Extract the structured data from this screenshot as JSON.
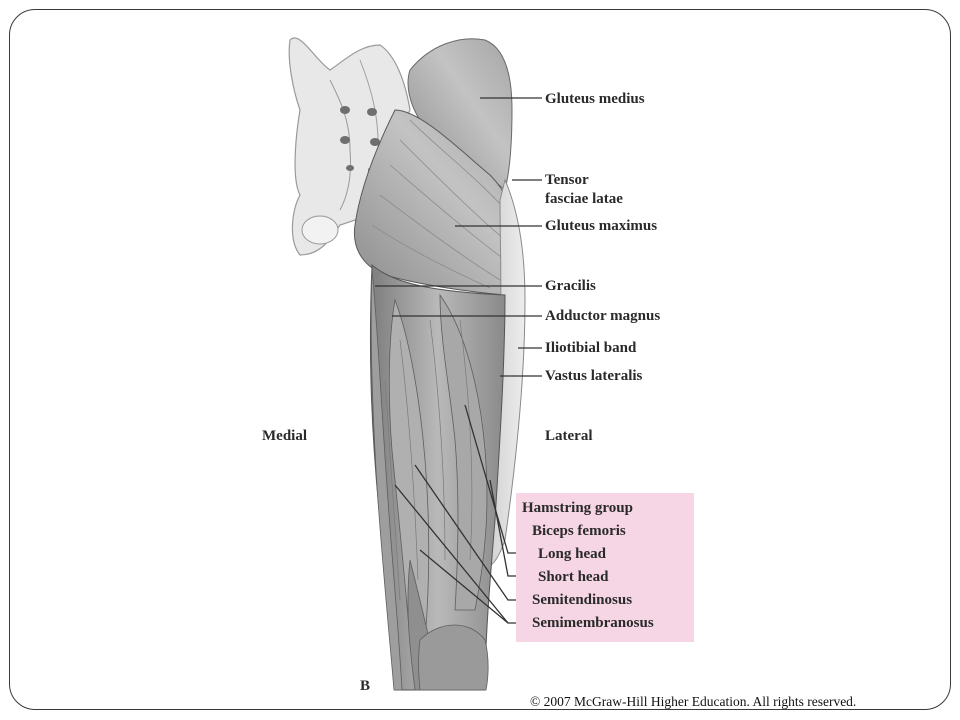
{
  "labels": {
    "gluteus_medius": "Gluteus medius",
    "tensor_1": "Tensor",
    "tensor_2": "fasciae latae",
    "gluteus_maximus": "Gluteus maximus",
    "gracilis": "Gracilis",
    "adductor_magnus": "Adductor magnus",
    "iliotibial_band": "Iliotibial band",
    "vastus_lateralis": "Vastus lateralis",
    "medial": "Medial",
    "lateral": "Lateral",
    "figure_letter": "B"
  },
  "hamstring_box": {
    "title": "Hamstring group",
    "biceps": "Biceps femoris",
    "long_head": "Long head",
    "short_head": "Short head",
    "semitendinosus": "Semitendinosus",
    "semimembranosus": "Semimembranosus",
    "background_color": "#f6d6e4"
  },
  "copyright": "© 2007 McGraw-Hill Higher Education.  All rights reserved.",
  "colors": {
    "frame": "#3a3a3a",
    "leader_line": "#333333",
    "label_text": "#2a2a2a"
  }
}
